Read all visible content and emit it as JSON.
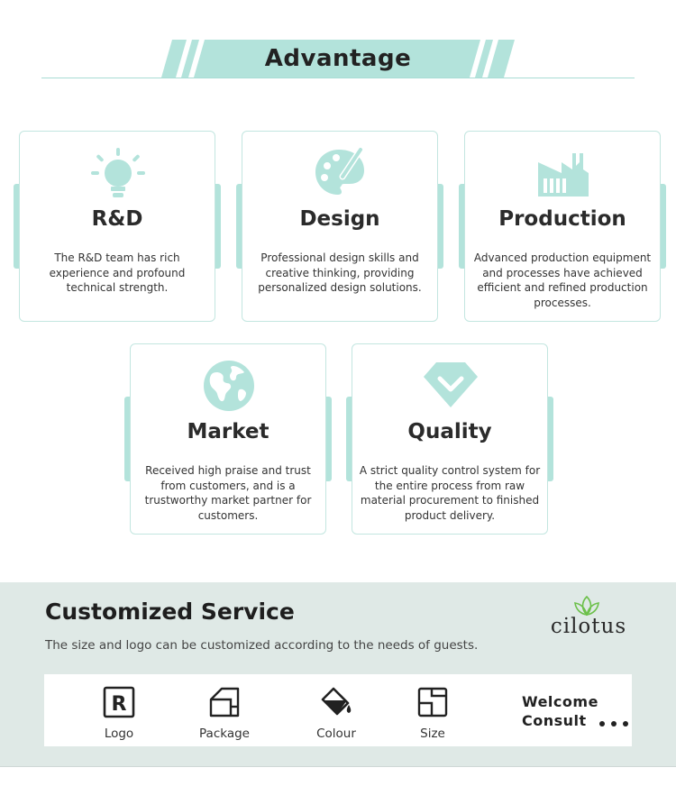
{
  "advantage": {
    "title": "Advantage"
  },
  "colors": {
    "accent_mint": "#b3e3db",
    "card_border": "#c3e6e0",
    "service_bg": "#dfe9e6",
    "brand_green": "#6cc04a"
  },
  "cards": [
    {
      "icon": "lightbulb-icon",
      "title": "R&D",
      "description": "The R&D team has rich experience and profound technical strength."
    },
    {
      "icon": "palette-icon",
      "title": "Design",
      "description": "Professional design skills and creative thinking, providing personalized design solutions."
    },
    {
      "icon": "factory-icon",
      "title": "Production",
      "description": "Advanced production equipment and processes have achieved efficient and refined production processes."
    },
    {
      "icon": "globe-icon",
      "title": "Market",
      "description": "Received high praise and trust from customers, and is a trustworthy market partner for customers."
    },
    {
      "icon": "diamond-check-icon",
      "title": "Quality",
      "description": "A strict quality control system for the entire process from raw material procurement to finished product delivery."
    }
  ],
  "service": {
    "title": "Customized Service",
    "subtitle": "The size and logo can be customized according to the needs of guests.",
    "brand_name": "cilotus",
    "items": [
      {
        "icon": "registered-icon",
        "label": "Logo"
      },
      {
        "icon": "package-icon",
        "label": "Package"
      },
      {
        "icon": "paint-bucket-icon",
        "label": "Colour"
      },
      {
        "icon": "size-icon",
        "label": "Size"
      }
    ],
    "welcome_line1": "Welcome",
    "welcome_line2": "Consult"
  }
}
